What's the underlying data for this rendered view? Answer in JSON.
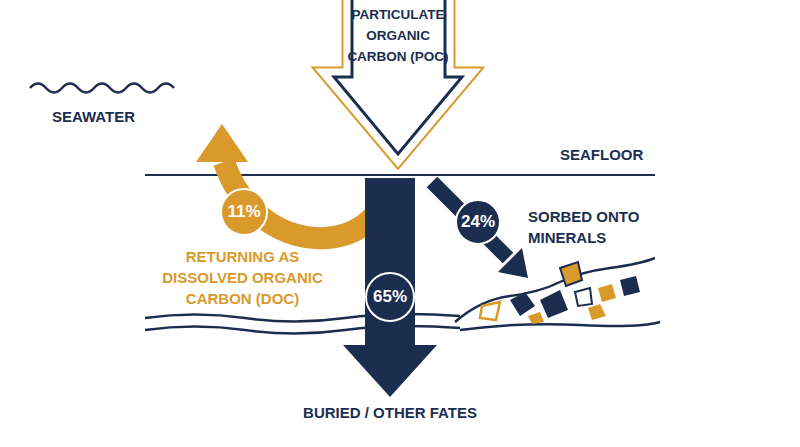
{
  "diagram": {
    "nodes": [
      {
        "text": [
          "PARTICULATE ORGANIC CARBON (POC)"
        ]
      },
      {
        "text": [
          "11%"
        ]
      },
      {
        "text": [
          "65%"
        ]
      },
      {
        "text": [
          "24%"
        ]
      }
    ],
    "labels": [
      "SEAWATER",
      "SEAFLOOR",
      "RETURNING AS DISSOLVED ORGANIC CARBON (DOC)",
      "SORBED ONTO MINERALS",
      "BURIED / OTHER FATES"
    ]
  }
}
